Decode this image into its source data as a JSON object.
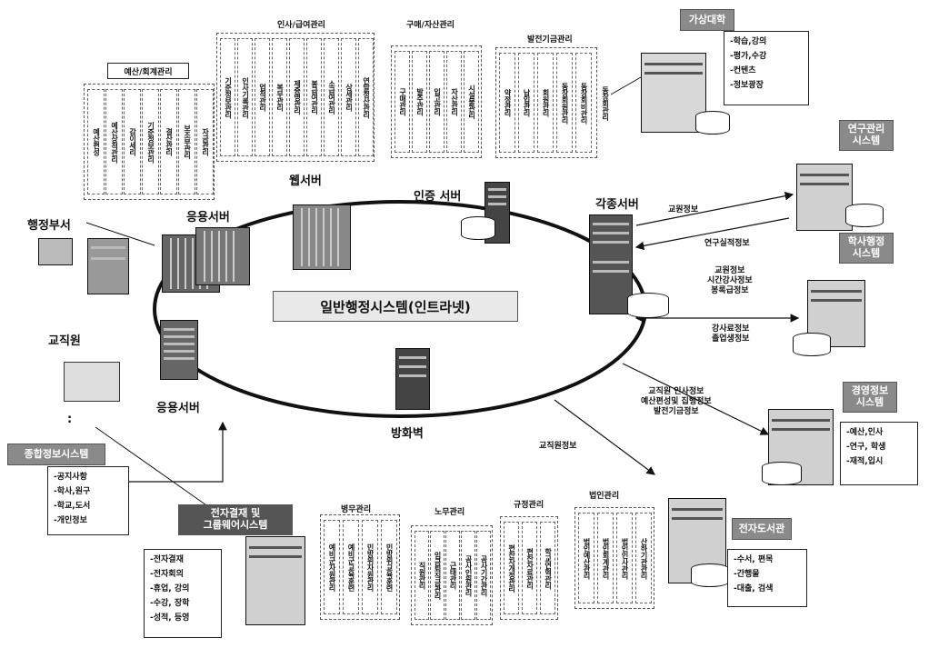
{
  "center_title": "일반행정시스템(인트라넷)",
  "labels": {
    "admin_dept": "행정부서",
    "app_server_top": "응용서버",
    "web_server": "웹서버",
    "auth_server": "인증 서버",
    "misc_servers": "각종서버",
    "staff": "교직원",
    "app_server_bottom": "응용서버",
    "firewall": "방화벽",
    "dot": ":"
  },
  "groups": {
    "budget": {
      "title": "예산/회계관리",
      "items": [
        "예산편성",
        "예산상적관리",
        "감이세리",
        "기준정보관리",
        "결산관리",
        "보조부관리",
        "자금관리"
      ]
    },
    "hr": {
      "title": "인사/급여관리",
      "items": [
        "기준정보관리",
        "인사기록관리",
        "업적관리",
        "복무관리",
        "제증명관리",
        "봉급여관리",
        "소급여관리",
        "상세관리",
        "연말정산관리"
      ]
    },
    "purchase": {
      "title": "구매/자산관리",
      "items": [
        "구매관리",
        "발주관리",
        "입고관리",
        "자산관리",
        "시설물관리"
      ]
    },
    "fund": {
      "title": "발전기금관리",
      "items": [
        "약정관리",
        "납입관리",
        "회원관리",
        "동창회원관리",
        "동창회비관리"
      ],
      "extra": "동창회관리"
    },
    "military": {
      "title": "병무관리",
      "items": [
        "예비군자원관리",
        "예비군교육훈련",
        "민방위자원관리",
        "민방위교육훈련"
      ]
    },
    "labor": {
      "title": "노무관리",
      "items": [
        "직원관리",
        "임금퇴직금관리",
        "근태관리",
        "공사인원관리",
        "공사기간관리"
      ]
    },
    "rules": {
      "title": "규정관리",
      "items": [
        "편찬자개정관리",
        "편찬자료관리",
        "학교연혁관리"
      ]
    },
    "corp": {
      "title": "법인관리",
      "items": [
        "법인예산관리",
        "법인회계관리",
        "법인인사관리",
        "산하기관관리"
      ]
    }
  },
  "right_systems": {
    "virtual_univ": {
      "title": "가상대학",
      "items": [
        "-학습,강의",
        "-평가,수강",
        "-컨텐츠",
        "-정보광장"
      ]
    },
    "research": {
      "title": "연구관리\n시스템"
    },
    "academic": {
      "title": "학사행정\n시스템"
    },
    "mgmt_info": {
      "title": "경영정보\n시스템",
      "items": [
        "-예산,인사",
        "-연구, 학생",
        "-재적,입시"
      ]
    },
    "library": {
      "title": "전자도서관",
      "items": [
        "-수서, 편목",
        "-간행물",
        "-대출, 검색"
      ]
    }
  },
  "left_systems": {
    "portal": {
      "title": "종합정보시스템",
      "items": [
        "-공지사항",
        "-학사,원구",
        "-학교,도서",
        "-개인정보"
      ]
    },
    "groupware": {
      "title": "전자결재 및\n그룹웨어시스템",
      "items": [
        "-전자결재",
        "-전자회의",
        "-휴업, 강의",
        "-수강, 장학",
        "-성적, 등영"
      ]
    }
  },
  "flows": {
    "faculty": "교원정보",
    "research_perf": "연구실적정보",
    "academic_in": "교원정보\n시간강사정보\n봉록급정보",
    "academic_out": "강사료정보\n졸업생정보",
    "mgmt": "교직원 인사정보\n예산편성및 집행정보\n발전기금정보",
    "staff_info": "교직원정보"
  }
}
